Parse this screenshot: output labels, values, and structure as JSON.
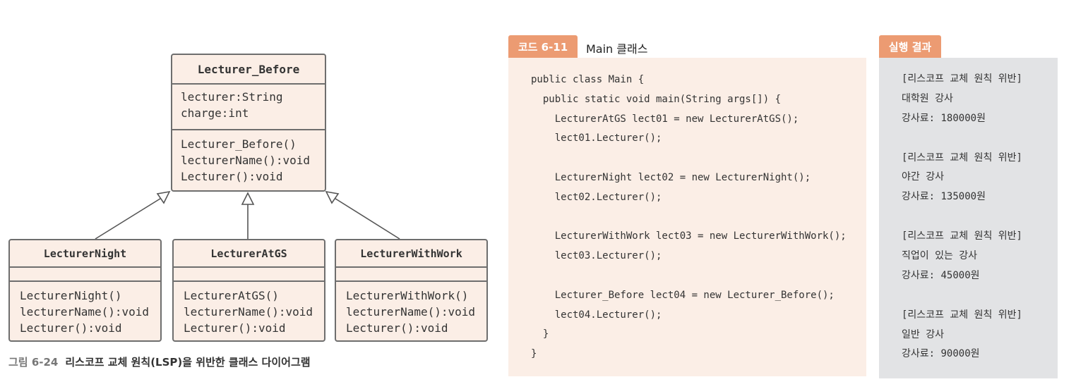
{
  "diagram": {
    "parent": {
      "name": "Lecturer_Before",
      "fields": [
        "lecturer:String",
        "charge:int"
      ],
      "methods": [
        "Lecturer_Before()",
        "lecturerName():void",
        "Lecturer():void"
      ]
    },
    "children": [
      {
        "name": "LecturerNight",
        "methods": [
          "LecturerNight()",
          "lecturerName():void",
          "Lecturer():void"
        ]
      },
      {
        "name": "LecturerAtGS",
        "methods": [
          "LecturerAtGS()",
          "lecturerName():void",
          "Lecturer():void"
        ]
      },
      {
        "name": "LecturerWithWork",
        "methods": [
          "LecturerWithWork()",
          "lecturerName():void",
          "Lecturer():void"
        ]
      }
    ],
    "caption_number": "그림 6-24",
    "caption_text": "리스코프 교체 원칙(LSP)을 위반한 클래스 다이어그램"
  },
  "code": {
    "tag": "코드 6-11",
    "title": "Main 클래스",
    "lines": [
      "public class Main {",
      "  public static void main(String args[]) {",
      "    LecturerAtGS lect01 = new LecturerAtGS();",
      "    lect01.Lecturer();",
      "",
      "    LecturerNight lect02 = new LecturerNight();",
      "    lect02.Lecturer();",
      "",
      "    LecturerWithWork lect03 = new LecturerWithWork();",
      "    lect03.Lecturer();",
      "",
      "    Lecturer_Before lect04 = new Lecturer_Before();",
      "    lect04.Lecturer();",
      "  }",
      "}"
    ]
  },
  "result": {
    "tag": "실행 결과",
    "lines": [
      "[리스코프 교체 원칙 위반]",
      "대학원 강사",
      "강사료: 180000원",
      "",
      "[리스코프 교체 원칙 위반]",
      "야간 강사",
      "강사료: 135000원",
      "",
      "[리스코프 교체 원칙 위반]",
      "직업이 있는 강사",
      "강사료: 45000원",
      "",
      "[리스코프 교체 원칙 위반]",
      "일반 강사",
      "강사료: 90000원"
    ]
  },
  "colors": {
    "box_fill": "#fbeee6",
    "box_border": "#6e6e6e",
    "tag_orange": "#ec9b72",
    "result_bg": "#e2e3e5"
  }
}
